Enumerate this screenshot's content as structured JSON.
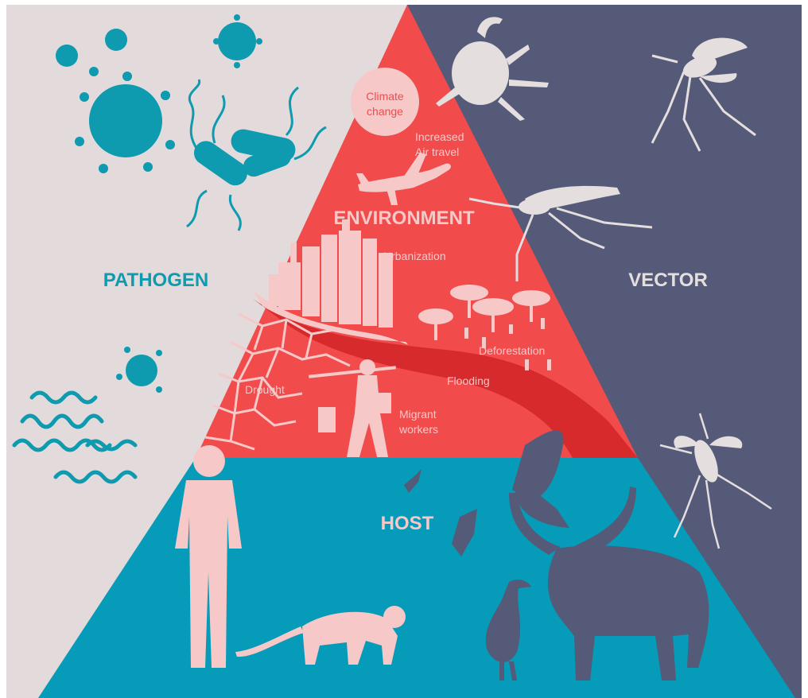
{
  "colors": {
    "pathogen_bg": "#e3dadb",
    "vector_bg": "#545a78",
    "environment": "#f14b4c",
    "environment_dark": "#d62a2c",
    "host": "#069bb8",
    "teal": "#0e9aaf",
    "light": "#f6c8c8",
    "pale": "#e4dedf",
    "slate": "#545a78"
  },
  "labels": {
    "pathogen": "PATHOGEN",
    "vector": "VECTOR",
    "environment": "ENVIRONMENT",
    "host": "HOST"
  },
  "environment_factors": {
    "climate_line1": "Climate",
    "climate_line2": "change",
    "air_line1": "Increased",
    "air_line2": "Air travel",
    "urbanization": "Urbanization",
    "deforestation": "Deforestation",
    "flooding": "Flooding",
    "drought": "Drought",
    "migrant_line1": "Migrant",
    "migrant_line2": "workers"
  },
  "icons": {
    "pathogen": [
      "virus-icon",
      "bacteria-icon",
      "spirochete-icon"
    ],
    "vector": [
      "tick-icon",
      "mosquito-icon",
      "sandfly-icon"
    ],
    "environment": [
      "airplane-icon",
      "city-icon",
      "tree-icon",
      "water-carrier-icon"
    ],
    "host": [
      "human-icon",
      "monkey-icon",
      "bird-icon",
      "heron-icon",
      "cattle-icon"
    ]
  }
}
